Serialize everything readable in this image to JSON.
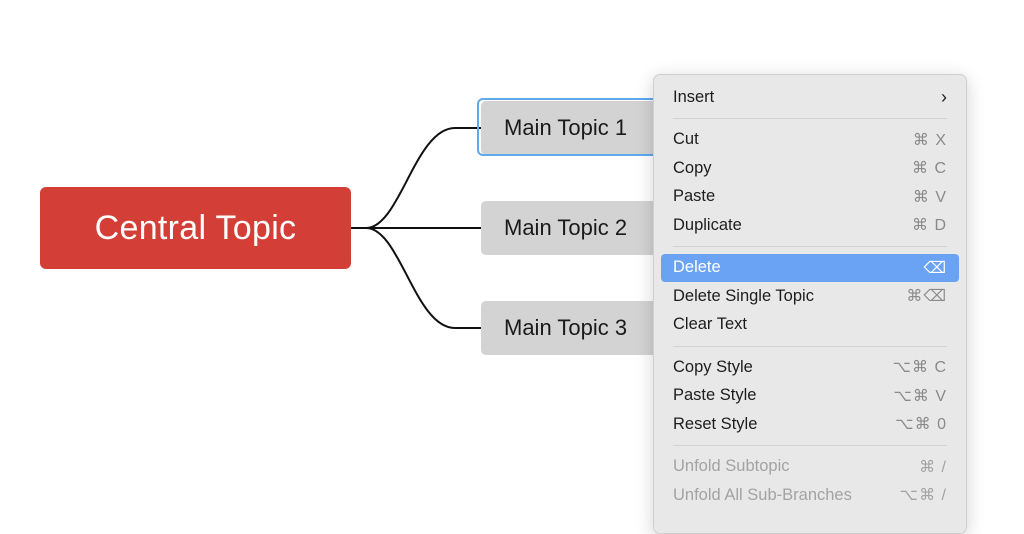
{
  "mindmap": {
    "central_topic": "Central Topic",
    "central_color": "#d33f37",
    "topics": [
      "Main Topic 1",
      "Main Topic 2",
      "Main Topic 3"
    ],
    "selected_topic_index": 0,
    "selection_color": "#5ea8ee"
  },
  "context_menu": {
    "highlight_color": "#6aa2f4",
    "groups": [
      [
        {
          "label": "Insert",
          "shortcut": "",
          "submenu": true,
          "icon": "chevron-right-icon"
        }
      ],
      [
        {
          "label": "Cut",
          "shortcut": "⌘ X"
        },
        {
          "label": "Copy",
          "shortcut": "⌘ C"
        },
        {
          "label": "Paste",
          "shortcut": "⌘ V"
        },
        {
          "label": "Duplicate",
          "shortcut": "⌘ D"
        }
      ],
      [
        {
          "label": "Delete",
          "shortcut": "⌫",
          "active": true
        },
        {
          "label": "Delete Single Topic",
          "shortcut": "⌘⌫"
        },
        {
          "label": "Clear Text",
          "shortcut": ""
        }
      ],
      [
        {
          "label": "Copy Style",
          "shortcut": "⌥⌘ C"
        },
        {
          "label": "Paste Style",
          "shortcut": "⌥⌘ V"
        },
        {
          "label": "Reset Style",
          "shortcut": "⌥⌘ 0"
        }
      ],
      [
        {
          "label": "Unfold Subtopic",
          "shortcut": "⌘ /",
          "disabled": true
        },
        {
          "label": "Unfold All Sub-Branches",
          "shortcut": "⌥⌘ /",
          "disabled": true
        }
      ]
    ]
  }
}
